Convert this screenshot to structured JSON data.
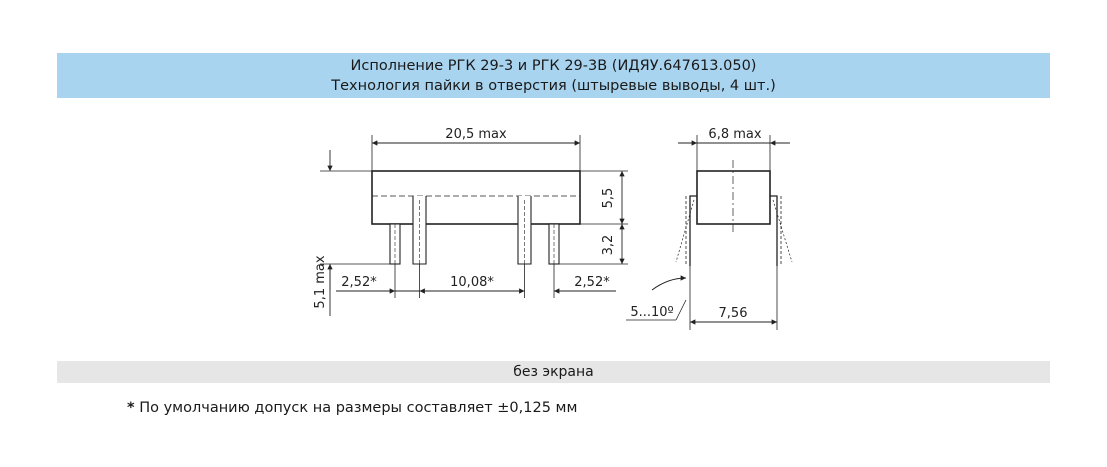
{
  "header": {
    "line1": "Исполнение РГК 29-3 и РГК 29-3В (ИДЯУ.647613.050)",
    "line2": "Технология пайки в отверстия (штыревые выводы, 4 шт.)"
  },
  "dimensions": {
    "length": "20,5 max",
    "body_height": "5,5",
    "pin_length": "3,2",
    "total_height": "5,1 max",
    "pitch_left": "2,52*",
    "pitch_center": "10,08*",
    "pitch_right": "2,52*",
    "width": "6,8 max",
    "angle": "5...10º",
    "lead_spacing": "7,56"
  },
  "caption": "без экрана",
  "footnote": {
    "star": "*",
    "text": " По умолчанию допуск на размеры составляет ±0,125 мм"
  }
}
